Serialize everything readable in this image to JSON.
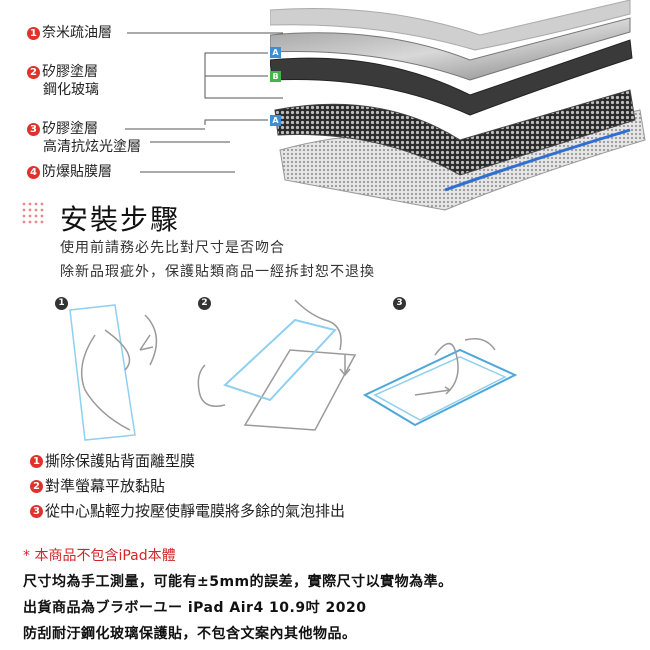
{
  "layers": [
    {
      "num": "1",
      "lines": [
        "奈米疏油層"
      ]
    },
    {
      "num": "2",
      "lines": [
        "矽膠塗層",
        "鋼化玻璃"
      ]
    },
    {
      "num": "3",
      "lines": [
        "矽膠塗層",
        "高清抗炫光塗層"
      ]
    },
    {
      "num": "4",
      "lines": [
        "防爆貼膜層"
      ]
    }
  ],
  "layer_tags": [
    "A",
    "B",
    "A"
  ],
  "tag_colors": {
    "A": "#3b8fd6",
    "B": "#44b649"
  },
  "install": {
    "title": "安裝步驟",
    "notes": [
      "使用前請務必先比對尺寸是否吻合",
      "除新品瑕疵外，保護貼類商品一經拆封恕不退換"
    ]
  },
  "step_badges": [
    "1",
    "2",
    "3"
  ],
  "steps": [
    {
      "num": "1",
      "text": "撕除保護貼背面離型膜"
    },
    {
      "num": "2",
      "text": "對準螢幕平放黏貼"
    },
    {
      "num": "3",
      "text": "從中心點輕力按壓使靜電膜將多餘的氣泡排出"
    }
  ],
  "notice": "* 本商品不包含iPad本體",
  "description": [
    "尺寸均為手工測量，可能有±5mm的誤差，實際尺寸以實物為準。",
    "出貨商品為ブラボーユー iPad Air4 10.9吋 2020",
    "防刮耐汙鋼化玻璃保護貼，不包含文案內其他物品。"
  ],
  "colors": {
    "accent_red": "#e0322d",
    "notice_red": "#d2262a",
    "glass_blue": "#8fd0ee"
  }
}
